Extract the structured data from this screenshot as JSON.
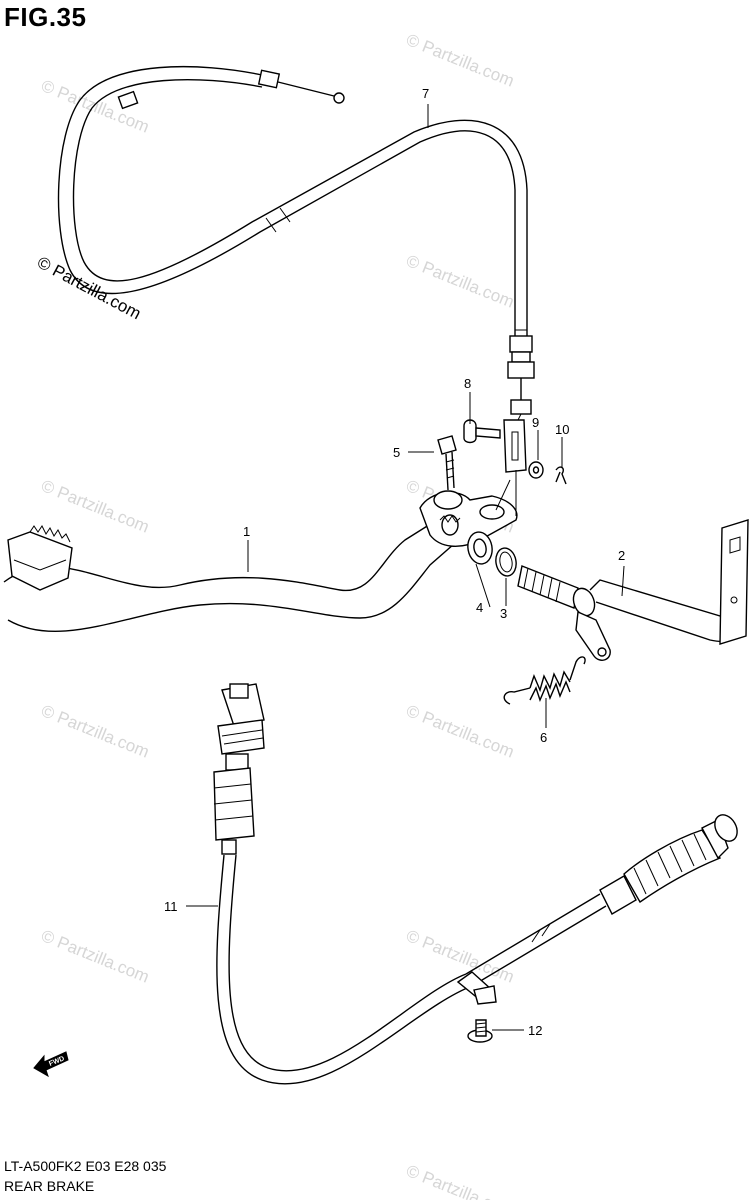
{
  "title": "FIG.35",
  "footer": {
    "code": "LT-A500FK2 E03 E28 035",
    "name": "REAR BRAKE"
  },
  "watermark": "© Partzilla.com",
  "fwd_label": "FWD",
  "callouts": [
    {
      "id": "c1",
      "label": "1"
    },
    {
      "id": "c2",
      "label": "2"
    },
    {
      "id": "c3",
      "label": "3"
    },
    {
      "id": "c4",
      "label": "4"
    },
    {
      "id": "c5",
      "label": "5"
    },
    {
      "id": "c6",
      "label": "6"
    },
    {
      "id": "c7",
      "label": "7"
    },
    {
      "id": "c8",
      "label": "8"
    },
    {
      "id": "c9",
      "label": "9"
    },
    {
      "id": "c10",
      "label": "10"
    },
    {
      "id": "c11",
      "label": "11"
    },
    {
      "id": "c12",
      "label": "12"
    }
  ]
}
